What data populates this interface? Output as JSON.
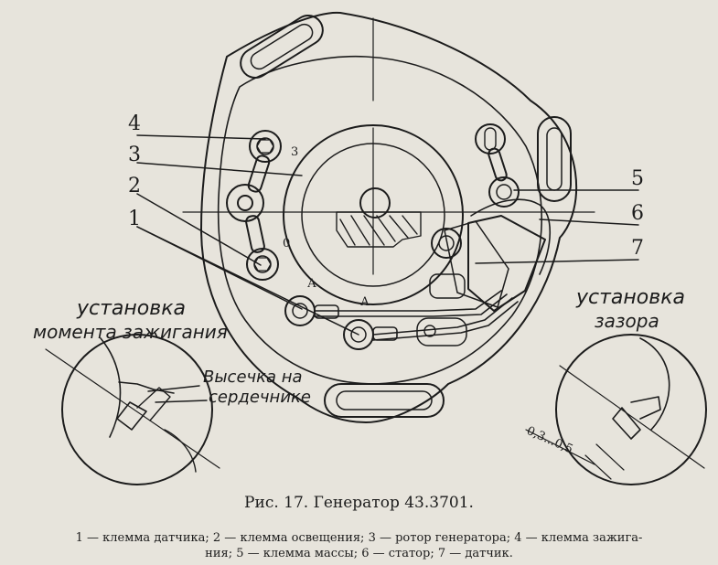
{
  "labels": {
    "n1": "1",
    "n2": "2",
    "n3": "3",
    "n4": "4",
    "n5": "5",
    "n6": "6",
    "n7": "7"
  },
  "terminal_marks": {
    "t3": "3",
    "t0": "0",
    "tA1": "А",
    "tA2": "А"
  },
  "annotations": {
    "ignition_line1": "установка",
    "ignition_line2": "момента зажигания",
    "notch_line1": "Высечка на",
    "notch_line2": "сердечнике",
    "gap_line1": "установка",
    "gap_line2": "зазора",
    "gap_value": "0,3...0,5"
  },
  "caption": {
    "title": "Рис. 17. Генератор 43.3701.",
    "legend_line1": "1 — клемма датчика; 2 — клемма освещения; 3 — ротор генератора; 4 — клемма зажига-",
    "legend_line2": "ния; 5 — клемма массы; 6 — статор; 7 — датчик."
  }
}
